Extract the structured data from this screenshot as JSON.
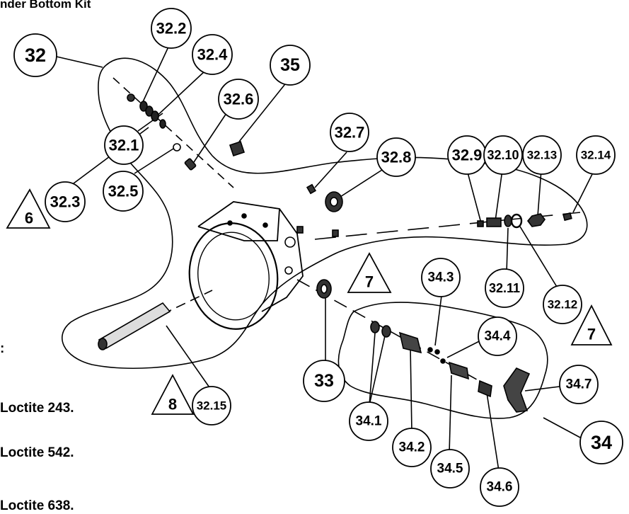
{
  "header": {
    "title": "nder Bottom Kit"
  },
  "notes": {
    "colon": ":",
    "note_8": "Loctite 243.",
    "note_7": "Loctite 542.",
    "note_6": "Loctite 638."
  },
  "callouts": [
    {
      "id": "c32",
      "label": "32"
    },
    {
      "id": "c32_2",
      "label": "32.2"
    },
    {
      "id": "c32_4",
      "label": "32.4"
    },
    {
      "id": "c35",
      "label": "35"
    },
    {
      "id": "c32_6",
      "label": "32.6"
    },
    {
      "id": "c32_7",
      "label": "32.7"
    },
    {
      "id": "c32_1",
      "label": "32.1"
    },
    {
      "id": "c32_8",
      "label": "32.8"
    },
    {
      "id": "c32_9",
      "label": "32.9"
    },
    {
      "id": "c32_10",
      "label": "32.10"
    },
    {
      "id": "c32_13",
      "label": "32.13"
    },
    {
      "id": "c32_14",
      "label": "32.14"
    },
    {
      "id": "c32_3",
      "label": "32.3"
    },
    {
      "id": "c32_5",
      "label": "32.5"
    },
    {
      "id": "c34_3",
      "label": "34.3"
    },
    {
      "id": "c32_11",
      "label": "32.11"
    },
    {
      "id": "c34_4",
      "label": "34.4"
    },
    {
      "id": "c32_12",
      "label": "32.12"
    },
    {
      "id": "c33",
      "label": "33"
    },
    {
      "id": "c34_7",
      "label": "34.7"
    },
    {
      "id": "c32_15",
      "label": "32.15"
    },
    {
      "id": "c34_1",
      "label": "34.1"
    },
    {
      "id": "c34",
      "label": "34"
    },
    {
      "id": "c34_2",
      "label": "34.2"
    },
    {
      "id": "c34_5",
      "label": "34.5"
    },
    {
      "id": "c34_6",
      "label": "34.6"
    }
  ],
  "triangles": [
    {
      "id": "t6",
      "label": "6"
    },
    {
      "id": "t7a",
      "label": "7"
    },
    {
      "id": "t7b",
      "label": "7"
    },
    {
      "id": "t8",
      "label": "8"
    }
  ]
}
